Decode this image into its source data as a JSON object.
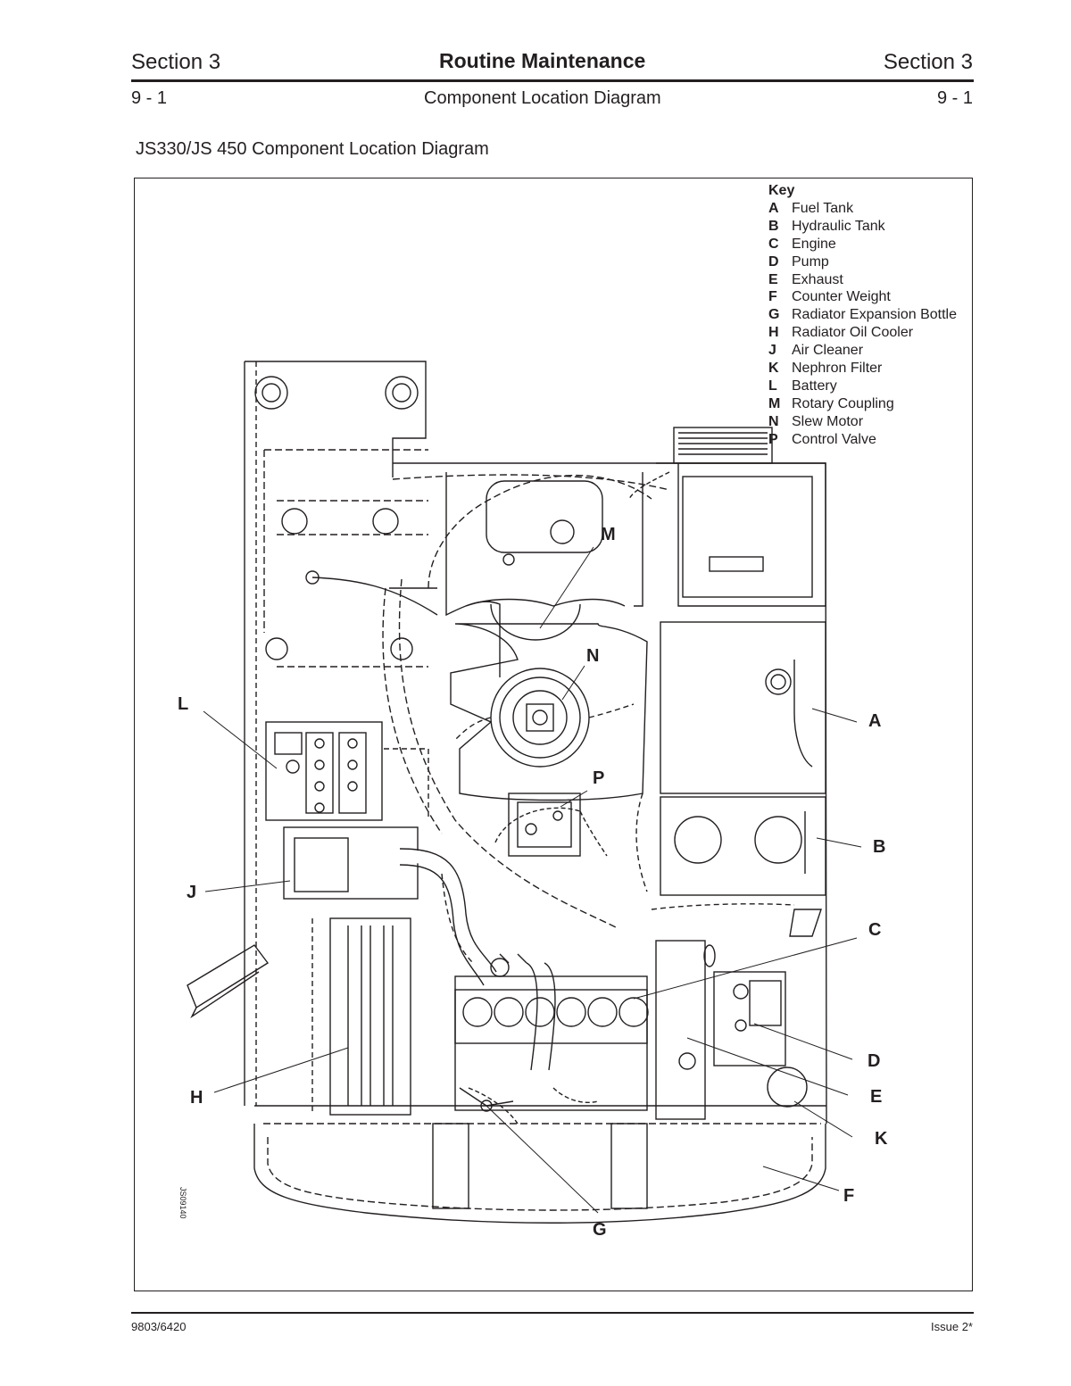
{
  "header": {
    "section_left": "Section 3",
    "title": "Routine Maintenance",
    "section_right": "Section 3",
    "page_left": "9 - 1",
    "subtitle": "Component Location Diagram",
    "page_right": "9 - 1"
  },
  "figure_title": "JS330/JS 450 Component Location Diagram",
  "key": {
    "title": "Key",
    "items": [
      {
        "letter": "A",
        "label": "Fuel Tank"
      },
      {
        "letter": "B",
        "label": "Hydraulic Tank"
      },
      {
        "letter": "C",
        "label": "Engine"
      },
      {
        "letter": "D",
        "label": "Pump"
      },
      {
        "letter": "E",
        "label": "Exhaust"
      },
      {
        "letter": "F",
        "label": "Counter Weight"
      },
      {
        "letter": "G",
        "label": "Radiator Expansion Bottle"
      },
      {
        "letter": "H",
        "label": "Radiator Oil Cooler"
      },
      {
        "letter": "J",
        "label": "Air Cleaner"
      },
      {
        "letter": "K",
        "label": "Nephron Filter"
      },
      {
        "letter": "L",
        "label": "Battery"
      },
      {
        "letter": "M",
        "label": "Rotary Coupling"
      },
      {
        "letter": "N",
        "label": "Slew Motor"
      },
      {
        "letter": "P",
        "label": "Control Valve"
      }
    ]
  },
  "callouts": {
    "A": "A",
    "B": "B",
    "C": "C",
    "D": "D",
    "E": "E",
    "F": "F",
    "G": "G",
    "H": "H",
    "J": "J",
    "K": "K",
    "L": "L",
    "M": "M",
    "N": "N",
    "P": "P"
  },
  "drawing_ref": "JS09140",
  "footer": {
    "doc_number": "9803/6420",
    "issue": "Issue 2*"
  }
}
